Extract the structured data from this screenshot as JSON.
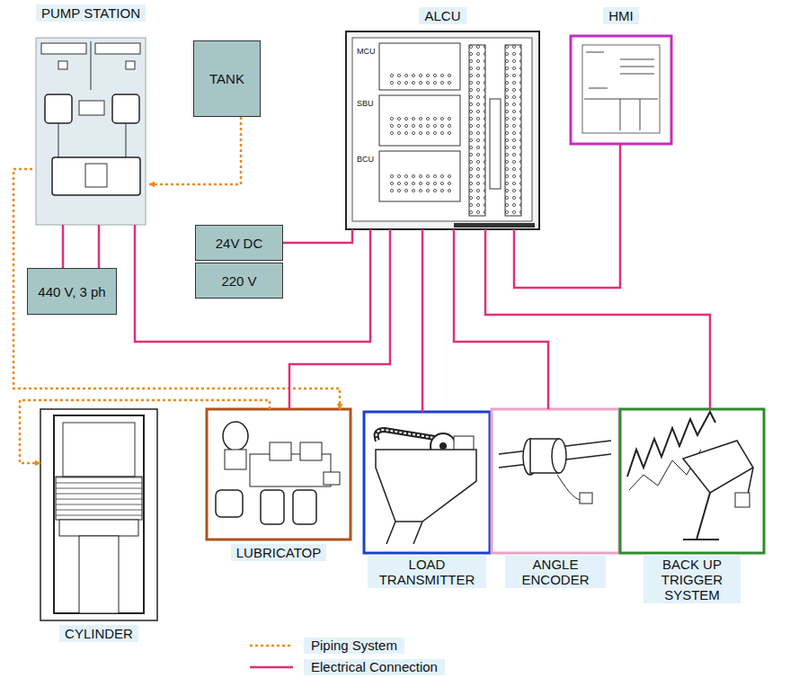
{
  "diagram": {
    "nodes": [
      {
        "text": [
          "PUMP STATION"
        ]
      },
      {
        "text": [
          "TANK"
        ]
      },
      {
        "text": [
          "ALCU"
        ]
      },
      {
        "text": [
          "HMI"
        ]
      },
      {
        "text": [
          "24V DC"
        ]
      },
      {
        "text": [
          "220 V"
        ]
      },
      {
        "text": [
          "440 V, 3 ph"
        ]
      },
      {
        "text": [
          "CYLINDER"
        ]
      },
      {
        "text": [
          "LUBRICATOP"
        ]
      },
      {
        "text": [
          "LOAD TRANSMITTER"
        ]
      },
      {
        "text": [
          "ANGLE ENCODER"
        ]
      },
      {
        "text": [
          "BACK UP TRIGGER SYSTEM"
        ]
      }
    ],
    "edges": [
      {
        "from": 1,
        "to": 0,
        "arrow": "to"
      },
      {
        "from": 0,
        "to": 8,
        "arrow": "to"
      },
      {
        "from": 8,
        "to": 7,
        "arrow": "to"
      },
      {
        "from": 0,
        "to": 6,
        "arrow": "none"
      },
      {
        "from": 0,
        "to": 6,
        "arrow": "none"
      },
      {
        "from": 4,
        "to": 2,
        "arrow": "none"
      },
      {
        "from": 0,
        "to": 2,
        "arrow": "none"
      },
      {
        "from": 2,
        "to": 8,
        "arrow": "none"
      },
      {
        "from": 2,
        "to": 9,
        "arrow": "none"
      },
      {
        "from": 2,
        "to": 10,
        "arrow": "none"
      },
      {
        "from": 2,
        "to": 11,
        "arrow": "none"
      },
      {
        "from": 2,
        "to": 3,
        "arrow": "none"
      }
    ],
    "labels": [
      "MCU",
      "SBU",
      "BCU"
    ],
    "legend": [
      {
        "text": "Piping System"
      },
      {
        "text": "Electrical Connection"
      }
    ]
  }
}
